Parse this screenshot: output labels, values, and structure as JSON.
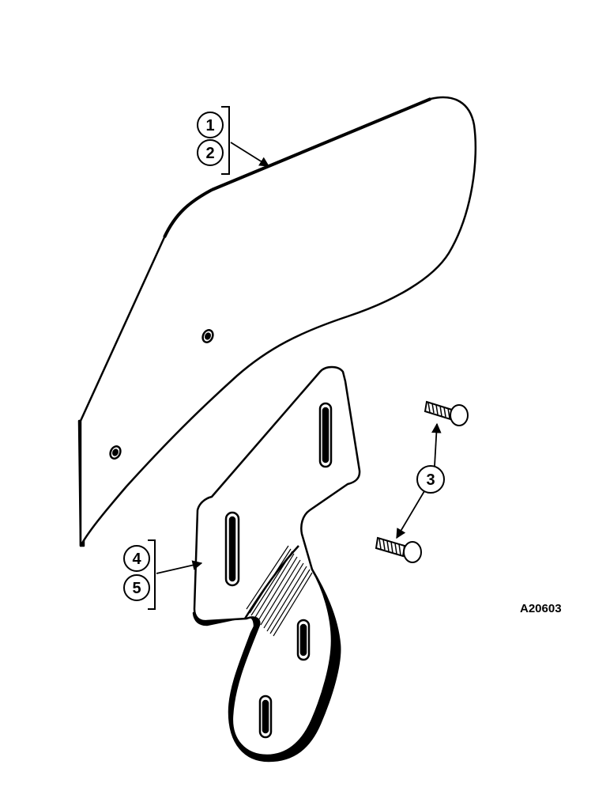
{
  "callouts": {
    "c1": "1",
    "c2": "2",
    "c3": "3",
    "c4": "4",
    "c5": "5"
  },
  "figure_ref": "A20603"
}
